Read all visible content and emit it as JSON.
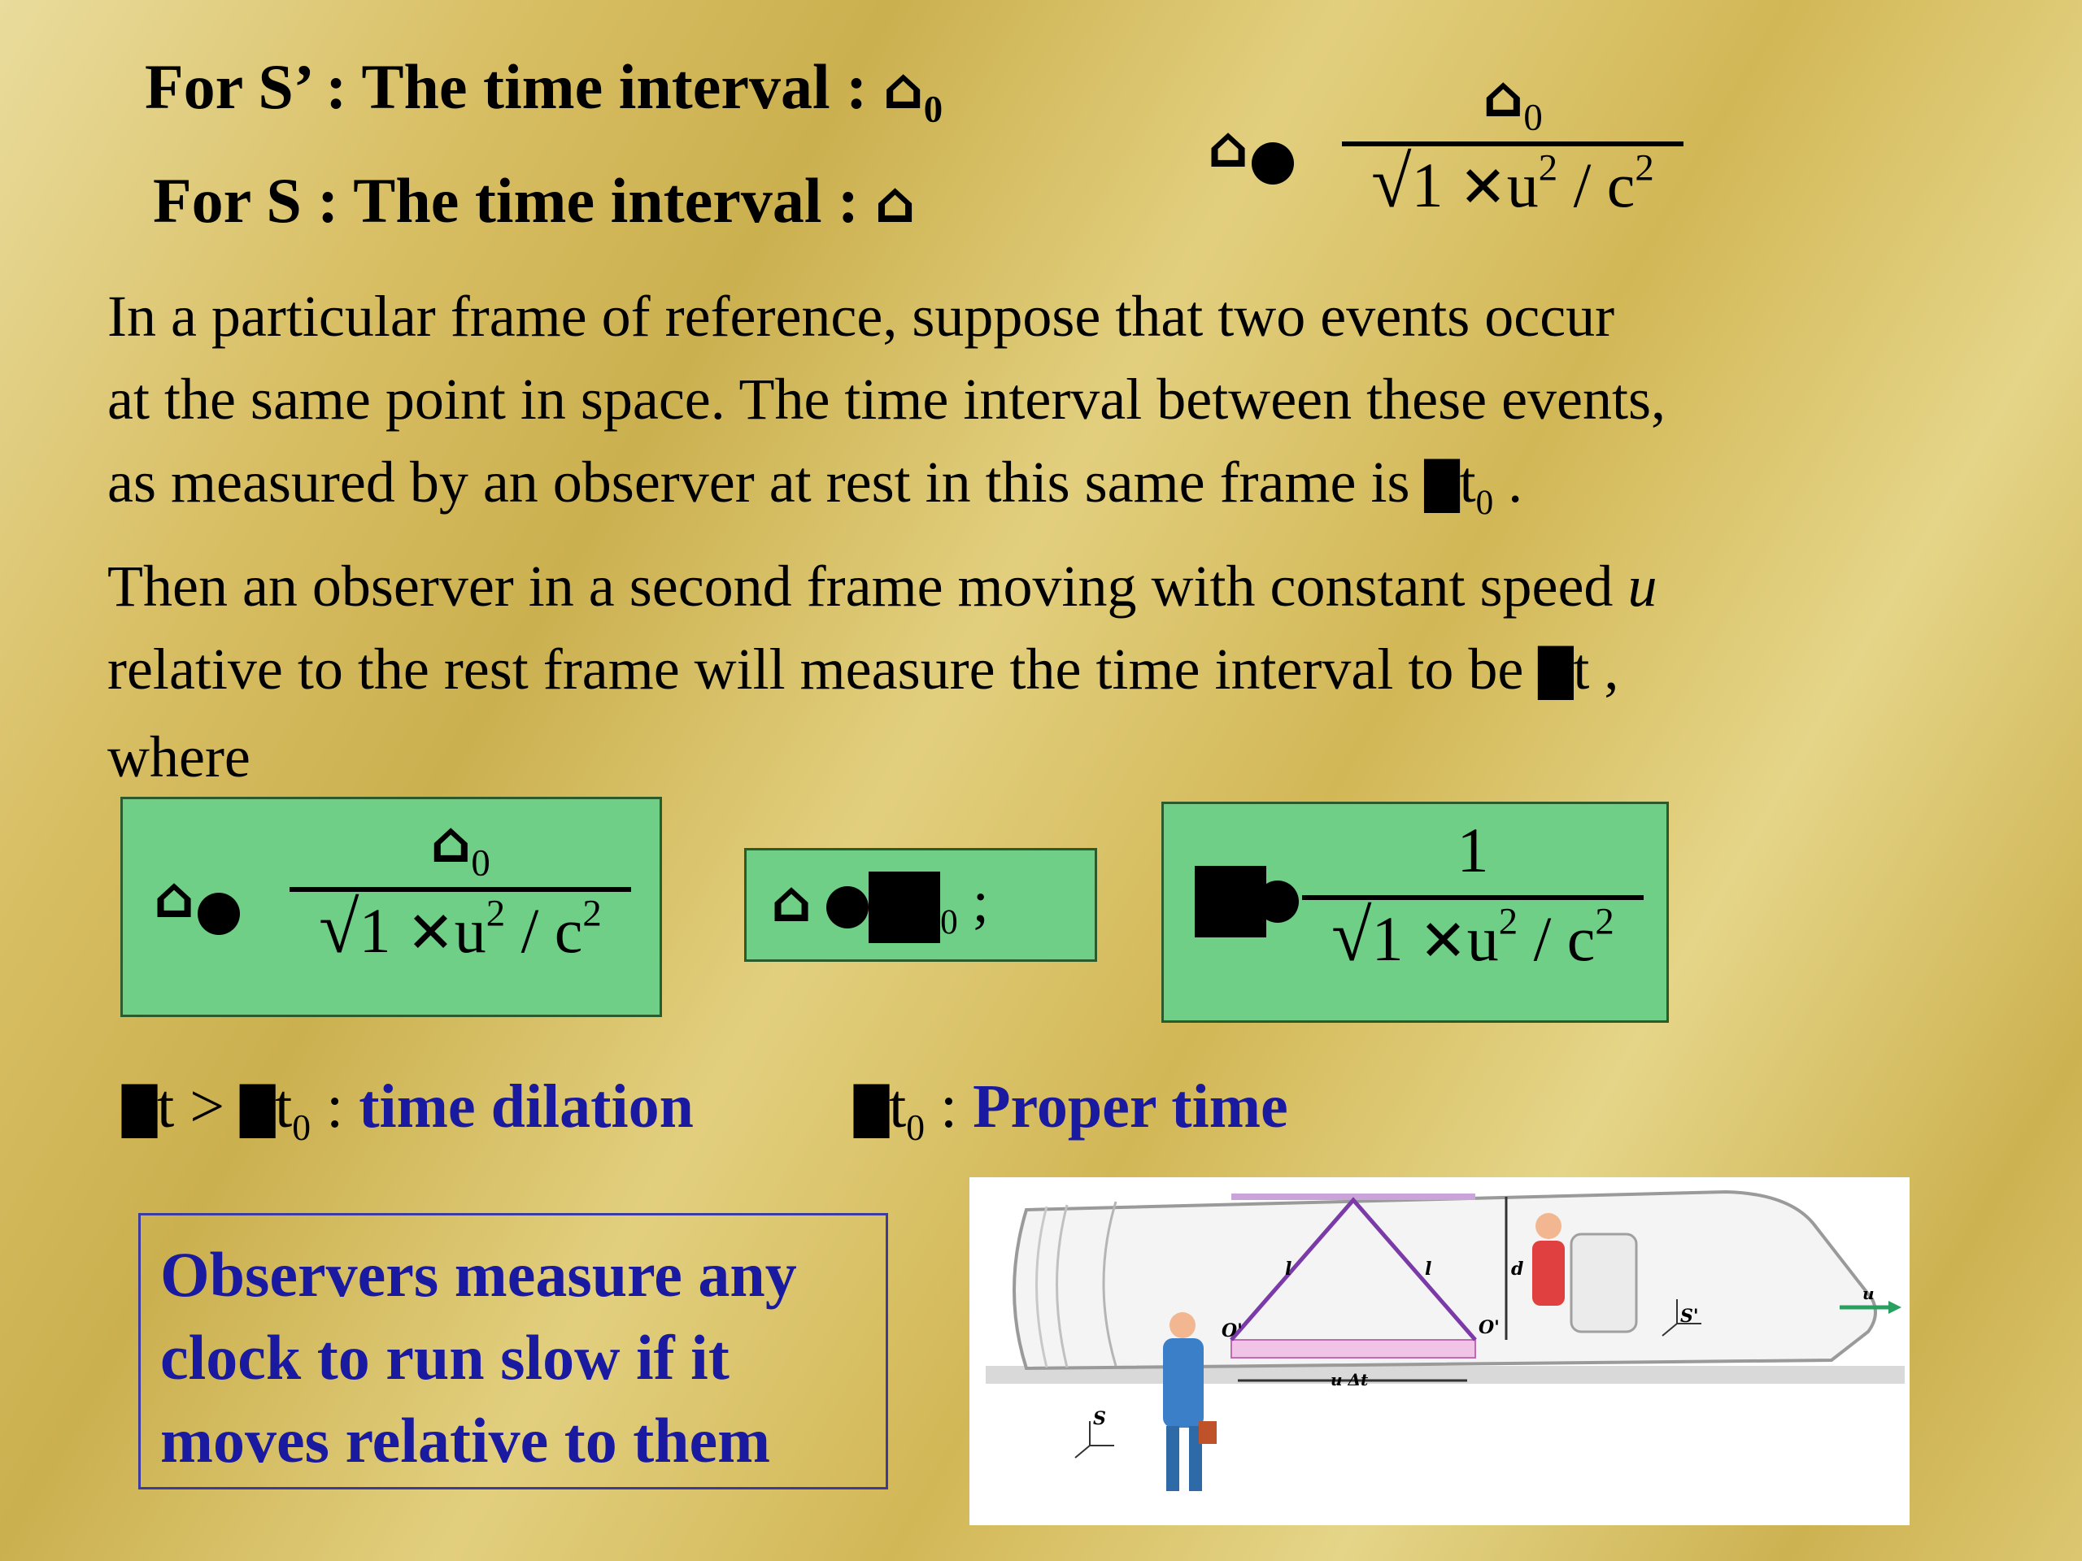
{
  "heading": {
    "line1": "For S’ : The time interval :",
    "line2": "For S : The time interval :",
    "sub0": "0"
  },
  "formula_top": {
    "num_sub": "0",
    "den_one": "1",
    "den_u": "u",
    "den_exp": "2",
    "den_slash_c": " / c",
    "den_exp2": "2"
  },
  "paragraph": {
    "line1": "In a particular frame of reference, suppose that two events occur",
    "line2": "at the same point in space. The time interval between these events,",
    "line3a": "as measured by an observer at rest in this same frame is ",
    "line3_t": "t",
    "line3_sub": "0",
    "line3_end": " .",
    "line4a": "Then an observer in a second frame moving with constant speed ",
    "line4_u": "u",
    "line5a": "relative to the rest frame will measure the time interval to be ",
    "line5_t": "t",
    "line5_end": " ,",
    "line6": "where"
  },
  "boxes": {
    "box1_sub": "0",
    "box1_one": "1",
    "box1_u": "u",
    "box1_exp": "2",
    "box1_slash_c": " / c",
    "box1_exp2": "2",
    "box2_sub": "0",
    "box2_semi": " ;",
    "box3_num": "1",
    "box3_one": "1",
    "box3_u": "u",
    "box3_exp": "2",
    "box3_slash_c": " / c",
    "box3_exp2": "2"
  },
  "labels": {
    "dilation_pre": "t > ",
    "dilation_t": "t",
    "dilation_sub": "0",
    "dilation_colon": " : ",
    "dilation_text": "time dilation",
    "proper_t": "t",
    "proper_sub": "0",
    "proper_colon": " : ",
    "proper_text": "Proper time"
  },
  "note": {
    "line1": "Observers measure any",
    "line2": "clock to run slow if it",
    "line3": "moves relative to them"
  },
  "figure": {
    "label_O1": "O'",
    "label_O2": "O'",
    "label_l1": "l",
    "label_l2": "l",
    "label_d": "d",
    "label_uDt": "u Δt",
    "label_S": "S",
    "label_Sp": "S'",
    "label_u": "u"
  },
  "colors": {
    "blue_text": "#1a1aa0",
    "green_box": "#6fcf86"
  }
}
